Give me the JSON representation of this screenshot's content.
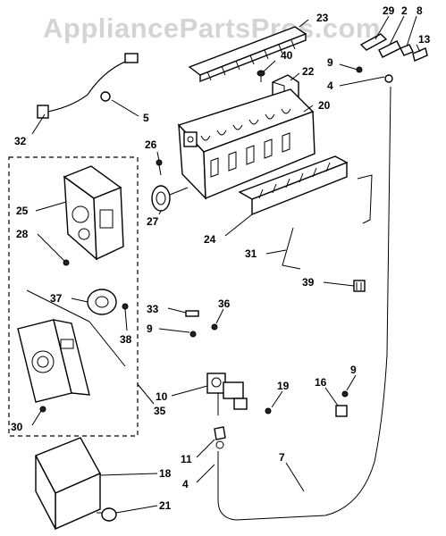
{
  "watermark": "AppliancePartsPros.com",
  "callouts": {
    "p2": "2",
    "p4a": "4",
    "p4b": "4",
    "p5": "5",
    "p7": "7",
    "p8": "8",
    "p9a": "9",
    "p9b": "9",
    "p9c": "9",
    "p10": "10",
    "p11": "11",
    "p13": "13",
    "p16": "16",
    "p18": "18",
    "p19": "19",
    "p20": "20",
    "p21": "21",
    "p22": "22",
    "p23": "23",
    "p24": "24",
    "p25": "25",
    "p26": "26",
    "p27": "27",
    "p28": "28",
    "p29": "29",
    "p30": "30",
    "p31": "31",
    "p32": "32",
    "p33": "33",
    "p35": "35",
    "p36": "36",
    "p37": "37",
    "p38": "38",
    "p39": "39",
    "p40": "40"
  }
}
